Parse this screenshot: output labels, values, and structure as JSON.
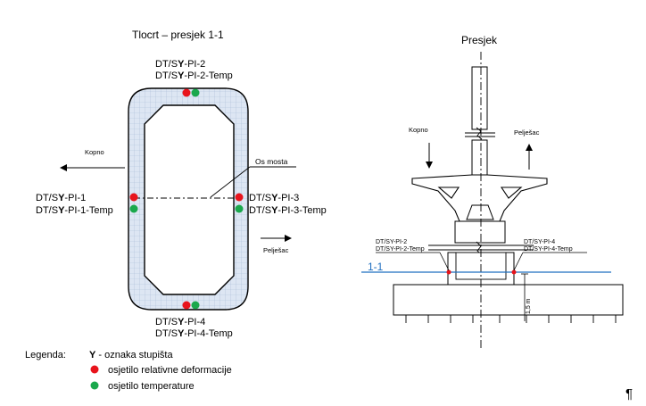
{
  "plan": {
    "title": "Tlocrt – presjek 1-1",
    "axis_label": "Os mosta",
    "dir_left": "Kopno",
    "dir_right": "Pelješac",
    "sensor_top": {
      "line1_a": "DT/S",
      "line1_b": "Y",
      "line1_c": "-PI-2",
      "line2_a": "DT/S",
      "line2_b": "Y",
      "line2_c": "-PI-2-Temp"
    },
    "sensor_left": {
      "line1_a": "DT/S",
      "line1_b": "Y",
      "line1_c": "-PI-1",
      "line2_a": "DT/S",
      "line2_b": "Y",
      "line2_c": "-PI-1-Temp"
    },
    "sensor_right": {
      "line1_a": "DT/S",
      "line1_b": "Y",
      "line1_c": "-PI-3",
      "line2_a": "DT/S",
      "line2_b": "Y",
      "line2_c": "-PI-3-Temp"
    },
    "sensor_bottom": {
      "line1_a": "DT/S",
      "line1_b": "Y",
      "line1_c": "-PI-4",
      "line2_a": "DT/S",
      "line2_b": "Y",
      "line2_c": "-PI-4-Temp"
    }
  },
  "section": {
    "title": "Presjek",
    "dir_left": "Kopno",
    "dir_right": "Pelješac",
    "label_left_1": "DT/SY-PI-2",
    "label_left_2": "DT/SY-PI-2-Temp",
    "label_right_1": "DT/SY-PI-4",
    "label_right_2": "DT/SY-PI-4-Temp",
    "cut_label": "1-1",
    "dimension": "1,5 m"
  },
  "legend": {
    "title": "Legenda:",
    "y_symbol": "Y",
    "y_text": " - oznaka stupišta",
    "red_text": "osjetilo relativne deformacije",
    "green_text": "osjetilo temperature"
  },
  "pilcrow": "¶",
  "colors": {
    "red_sensor": "#e8141c",
    "green_sensor": "#1aa84c",
    "grid_fill": "#dde6f3",
    "grid_line": "#a9bcd8",
    "cut_line": "#1f6fc0"
  }
}
